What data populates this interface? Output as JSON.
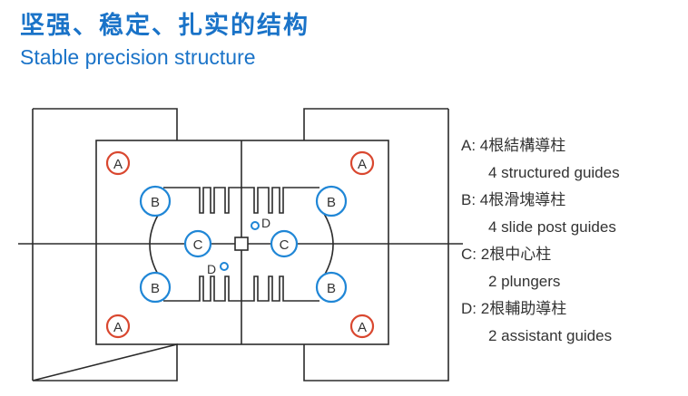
{
  "title_cn": "坚强、稳定、扎实的结构",
  "title_en": "Stable precision structure",
  "colors": {
    "title": "#1a73c8",
    "marker_a": "#d9472f",
    "marker_b": "#1f86d6",
    "line": "#2b2b2b"
  },
  "markers": {
    "a": "A",
    "b": "B",
    "c": "C",
    "d": "D"
  },
  "legend": [
    {
      "key": "A:",
      "cn": "4根結構導柱",
      "en": "4 structured guides"
    },
    {
      "key": "B:",
      "cn": "4根滑塊導柱",
      "en": "4 slide post guides"
    },
    {
      "key": "C:",
      "cn": "2根中心柱",
      "en": "2 plungers"
    },
    {
      "key": "D:",
      "cn": "2根輔助導柱",
      "en": "2 assistant guides"
    }
  ]
}
